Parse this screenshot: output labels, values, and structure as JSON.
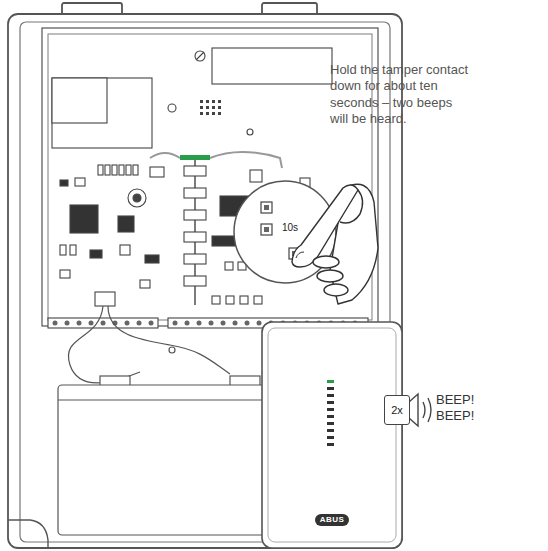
{
  "diagram": {
    "nodes": [
      {
        "text": [
          "10s"
        ]
      },
      {
        "text": [
          "2x"
        ]
      },
      {
        "text": [
          "ABUS"
        ]
      }
    ],
    "labels": [
      "Hold the tamper contact down for about ten seconds – two beeps will be heard.",
      "BEEP! BEEP!"
    ]
  }
}
